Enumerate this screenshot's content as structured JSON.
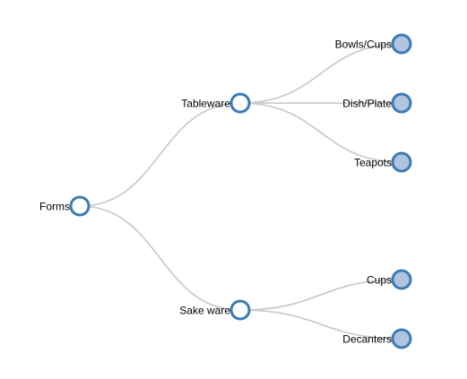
{
  "tree": {
    "name": "Forms",
    "children": [
      {
        "name": "Tableware",
        "children": [
          {
            "name": "Bowls/Cups"
          },
          {
            "name": "Dish/Plate"
          },
          {
            "name": "Teapots"
          }
        ]
      },
      {
        "name": "Sake ware",
        "children": [
          {
            "name": "Cups"
          },
          {
            "name": "Decanters"
          }
        ]
      }
    ]
  },
  "colors": {
    "link": "#cccccc",
    "node_stroke": "#3a7bb5",
    "internal_fill": "#ffffff",
    "leaf_fill": "#b0c4de"
  }
}
